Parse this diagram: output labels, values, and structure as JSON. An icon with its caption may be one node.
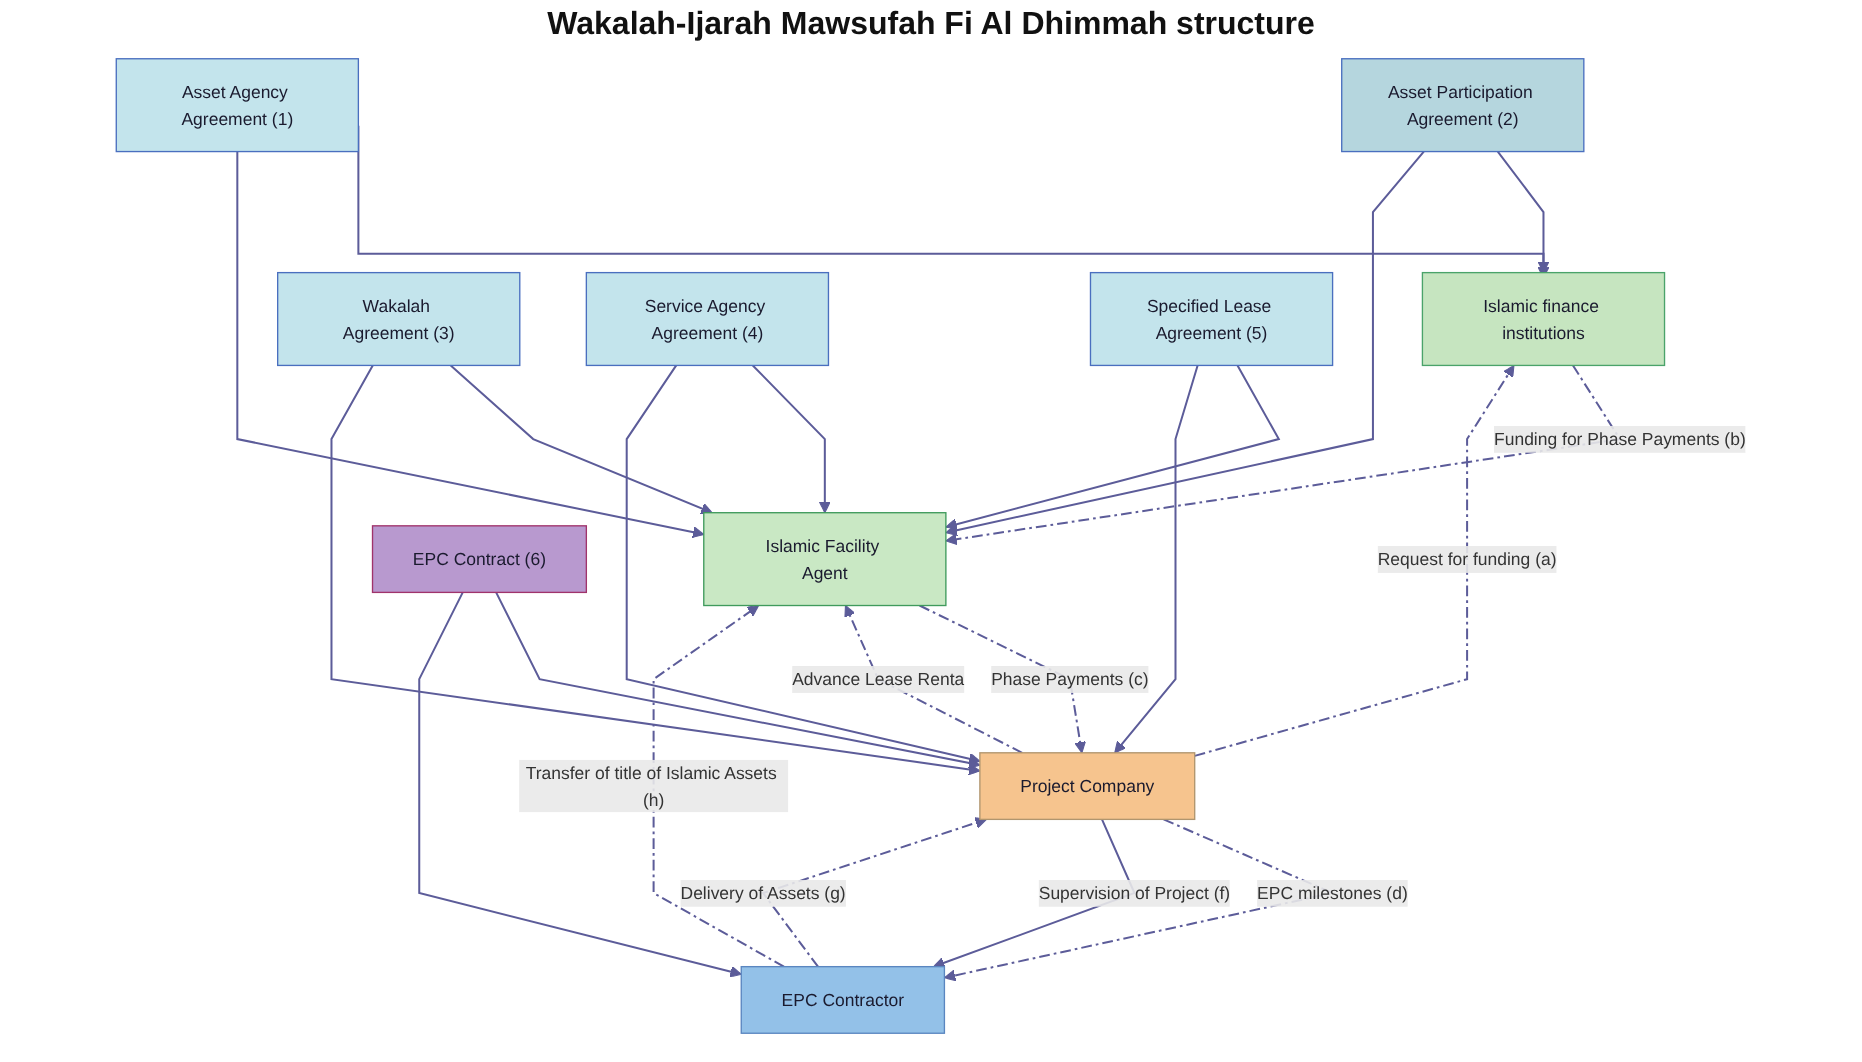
{
  "diagram": {
    "title": "Wakalah-Ijarah Mawsufah Fi Al Dhimmah structure",
    "nodes": [
      {
        "text": [
          "Islamic finance institutions"
        ]
      },
      {
        "text": [
          "Asset Agency Agreement (1)"
        ]
      },
      {
        "text": [
          "Islamic Facility Agent"
        ]
      },
      {
        "text": [
          "Asset Participation Agreement (2)"
        ]
      },
      {
        "text": [
          "Wakalah Agreement (3)"
        ]
      },
      {
        "text": [
          "Service Agency Agreement (4)"
        ]
      },
      {
        "text": [
          "Specified Lease Agreement (5)"
        ]
      },
      {
        "text": [
          "Project Company"
        ]
      },
      {
        "text": [
          "EPC Contract (6)"
        ]
      },
      {
        "text": [
          "EPC Contractor"
        ]
      }
    ],
    "edges": [
      {
        "from": 0,
        "to": 2,
        "arrow": "to",
        "label": "Funding for Phase Payments (b)",
        "style": "dashed"
      },
      {
        "from": 3,
        "to": 0,
        "arrow": "to"
      },
      {
        "from": 1,
        "to": 0,
        "arrow": "to"
      },
      {
        "from": 3,
        "to": 2,
        "arrow": "to"
      },
      {
        "from": 1,
        "to": 2,
        "arrow": "to"
      },
      {
        "from": 2,
        "to": 7,
        "arrow": "to",
        "label": "Phase Payments (c)",
        "style": "dashed"
      },
      {
        "from": 4,
        "to": 2,
        "arrow": "to"
      },
      {
        "from": 4,
        "to": 7,
        "arrow": "to"
      },
      {
        "from": 5,
        "to": 2,
        "arrow": "to"
      },
      {
        "from": 5,
        "to": 7,
        "arrow": "to"
      },
      {
        "from": 6,
        "to": 2,
        "arrow": "to"
      },
      {
        "from": 6,
        "to": 7,
        "arrow": "to"
      },
      {
        "from": 7,
        "to": 2,
        "arrow": "to",
        "label": "Advance Lease Renta",
        "style": "dashed"
      },
      {
        "from": 7,
        "to": 0,
        "arrow": "to",
        "label": "Request for funding (a)",
        "style": "dashed"
      },
      {
        "from": 9,
        "to": 2,
        "arrow": "to",
        "label": "Transfer of title of Islamic Assets (h)",
        "style": "dashed"
      },
      {
        "from": 7,
        "to": 9,
        "arrow": "to",
        "label": "EPC milestones (d)",
        "style": "dashed"
      },
      {
        "from": 8,
        "to": 7,
        "arrow": "to"
      },
      {
        "from": 8,
        "to": 9,
        "arrow": "to"
      },
      {
        "from": 7,
        "to": 9,
        "arrow": "to",
        "label": "Supervision of Project (f)"
      },
      {
        "from": 9,
        "to": 7,
        "arrow": "to",
        "label": "Delivery of Assets (g)",
        "style": "dashed"
      }
    ]
  }
}
